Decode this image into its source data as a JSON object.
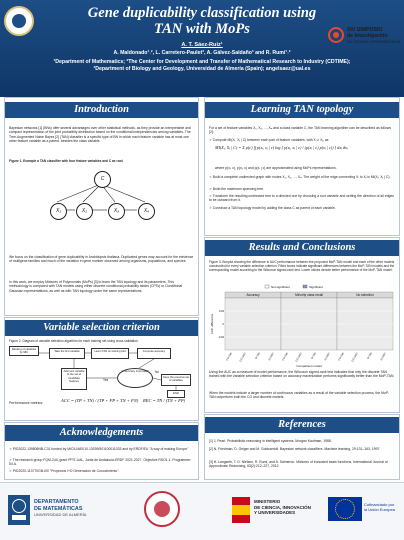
{
  "header": {
    "title_line1": "Gene duplicability classification using",
    "title_line2": "TAN with MoPs",
    "presenter": "A. T. Sáez-Ruiz¹",
    "authors": "A. Maldonado¹˒², L. Carretero-Paulet³, A. Gálvez-Saldaño³ and R. Rumí¹˒²",
    "affiliation1": "¹Department of Mathematics; ²The Center for Development and Transfer of Mathematical Research to Industry (CDTIME);",
    "affiliation2": "³Department of Biology and Geology, Universidad de Almería (Spain); angelsaez@ual.es",
    "symposium_line1": "XIV SIMPOSIO",
    "symposium_line2": "de Investigación",
    "symposium_line3": "EN CIENCIAS EXPERIMENTALES"
  },
  "introduction": {
    "heading": "Introduction",
    "p1": "Bayesian networks [1] (BNs) offer several advantages over other statistical methods, as they provide an interpretable and compact representation of the joint probability distribution based on the conditional independencies among variables. The Tree-Augmented Naive Bayes [2] (TAN) classifier is a specific type of BN in which each feature variable has at most one other feature variable as a parent, besides the class variable.",
    "figure1_caption": "Figure 1. Example a TAN classifier with four feature variables and C as root",
    "nodes": [
      "C",
      "X₁",
      "X₂",
      "X₃",
      "X₄"
    ],
    "p2": "We focus on the classification of gene duplicability in Arabidopsis thaliana. Duplicated genes may account for the existence of multigene families and much of the variation in gene number observed among organisms, populations, and species.",
    "p3": "In this work, we employ Mixtures of Polynomials (MoPs) [3] to learn the TAN topology and its parameters. This methodology is compared with TAN models using either discrete conditional probability tables (CPTs) or Conditional Gaussian representations, as well as with TAN topology under the same representations."
  },
  "variable_selection": {
    "heading": "Variable selection criterion",
    "figure2_caption": "Figure 2. Diagram of variable selection algorithm for each training set using cross validation",
    "metrics_label": "Performance metrics:",
    "acc_formula": "ACC = (TP + TN) / (TP + FP + TN + FN)",
    "rec_formula": "REC = TN / (TN + FP)",
    "flow": [
      "Ranking of variables by MIC",
      "Take the first variable",
      "Learn TAN on training fold",
      "Compute accuracy",
      "Is accuracy improved?",
      "Add next variable to the set of candidate features",
      "Keep the previous set of variables",
      "Yes",
      "No",
      "END"
    ]
  },
  "acknowledgements": {
    "heading": "Acknowledgements",
    "items": [
      "PID2022-139806NB-C31 funded by MICIU/AEI/10.13039/501100011033 and by ERDF/EU \"A way of making Europe\"",
      "The research group FQM-244, grant PPIT-UAL, Junta de Andalucía-ERDF 2021-2027, Objective RSO1.1. Programme: 54.A.",
      "PID2020-113770GB-I00 \"Proyectos I+D Generación de Conocimiento\"."
    ]
  },
  "learning_tan": {
    "heading": "Learning TAN topology",
    "intro": "For a set of feature variables X₁, X₂, ..., Xₙ and a class variable C, the TAN learning algorithm can be described as follows [2]:",
    "steps": [
      "Compute MI(Xᵢ, Xⱼ | C) between each pair of feature variables, with Xᵢ ≠ Xⱼ, as",
      "where p(xᵢ, c), p(xⱼ, c) and p(xᵢ | c) are approximated using MoPs representations.",
      "Build a complete undirected graph with nodes X₁, X₂, ..., Xₙ. The weight of the edge connecting Xᵢ to Xⱼ is MI(Xᵢ, Xⱼ | C).",
      "Build the maximum spanning tree.",
      "Transform the resulting undirected tree to a directed one by choosing a root variable and setting the direction of all edges to be outward from it.",
      "Construct a TAN topology model by adding the class C as parent of each variable."
    ],
    "mi_formula": "MI(Xᵢ, Xⱼ | C) = Σ p(c) ∫∫ p(xᵢ, xⱼ | c) log [ p(xᵢ, xⱼ | c) / (p(xᵢ | c) p(xⱼ | c)) ] dxᵢ dxⱼ"
  },
  "results": {
    "heading": "Results and Conclusions",
    "figure3_caption": "Figure 3. Boxplot showing the difference in AUC performance between the proposed MoP-TAN model and each of the other models constructed for every variable selection criterion. Filled boxes indicate significant differences between the MoP-TAN models and the corresponding model according to the Wilcoxon signed-rank test. Lower values denote better performance of the MoP-TAN model.",
    "legend_ns": "Not significant",
    "legend_sig": "Significant",
    "p1": "Using the AUC as a measure of model performance, the Wilcoxon signed-rank test indicates that only the discrete TAN trained with the variable selection criterion based on accuracy maximization performs significantly better than the MoP-TAN.",
    "p2": "When the models include a larger number of continuous variables as a result of the variable selection process, the MoP-TAN outperform both the CG and discrete models."
  },
  "chart_data": {
    "type": "box",
    "panels": [
      "Accuracy",
      "Minority class recall",
      "No selection"
    ],
    "xlabel": "Comparison model",
    "ylabel": "AUC difference",
    "categories": [
      "CG-TAN",
      "CG-TAN-t",
      "D-TAN",
      "D-TAN-t"
    ],
    "ylim": [
      -0.08,
      0.08
    ],
    "grid": true,
    "legend": "top"
  },
  "references": {
    "heading": "References",
    "items": [
      "[1]   J. Pearl. Probabilistic reasoning in intelligent systems. Morgan Kaufman, 1988.",
      "[2]   N. Friedman, D. Geiger and M. Goldszmidt. Bayesian network classifiers. Machine learning, 29:131–163, 1997.",
      "[3]   H. Langseth, T. D. Nielsen, R. Rumí, and A. Salmerón. Mixtures of truncated basis functions. International Journal of Approximate Reasoning, 53(2):212–227, 2012."
    ]
  },
  "footer": {
    "dept_line1": "DEPARTAMENTO",
    "dept_line2": "DE MATEMÁTICAS",
    "dept_line3": "UNIVERSIDAD DE ALMERÍA",
    "ministry_line1": "MINISTERIO",
    "ministry_line2": "DE CIENCIA, INNOVACIÓN",
    "ministry_line3": "Y UNIVERSIDADES",
    "eu_line1": "Cofinanciado por",
    "eu_line2": "la Unión Europea"
  }
}
